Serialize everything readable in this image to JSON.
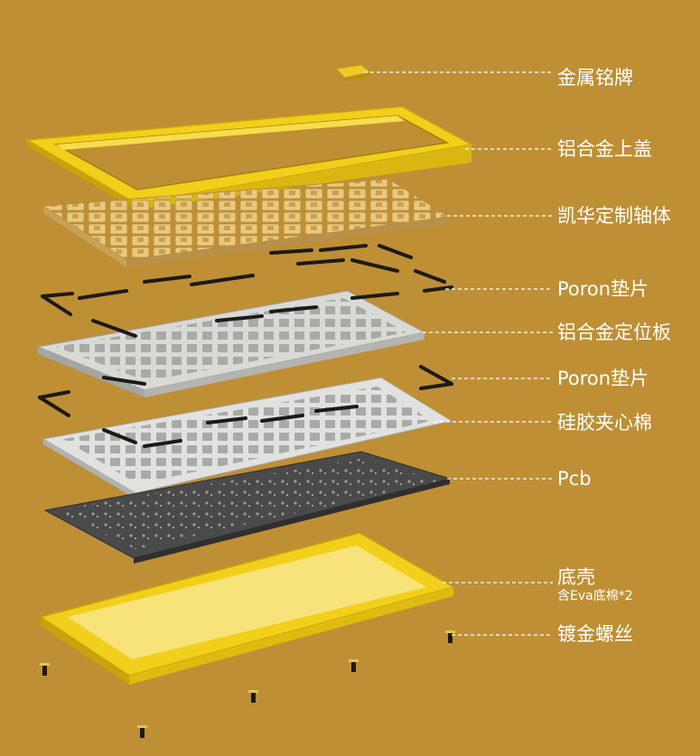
{
  "parts": [
    {
      "id": "nameplate",
      "label": "金属铭牌"
    },
    {
      "id": "top-case",
      "label": "铝合金上盖"
    },
    {
      "id": "switches",
      "label": "凯华定制轴体"
    },
    {
      "id": "poron-top",
      "label": "Poron垫片"
    },
    {
      "id": "plate",
      "label": "铝合金定位板"
    },
    {
      "id": "poron-bottom",
      "label": "Poron垫片"
    },
    {
      "id": "silicone-foam",
      "label": "硅胶夹心棉"
    },
    {
      "id": "pcb",
      "label": "Pcb"
    },
    {
      "id": "bottom-case",
      "label": "底壳",
      "note": "含Eva底棉*2"
    },
    {
      "id": "screws",
      "label": "镀金螺丝"
    }
  ],
  "colors": {
    "background": "#bf8f35",
    "case_yellow": "#f2cf1a",
    "case_shadow": "#c9a20c",
    "plate_silver": "#d9d9d6",
    "pcb_dark": "#4a4a4a",
    "gasket_black": "#1a1a1a",
    "switch_gold": "#e0bf73"
  }
}
